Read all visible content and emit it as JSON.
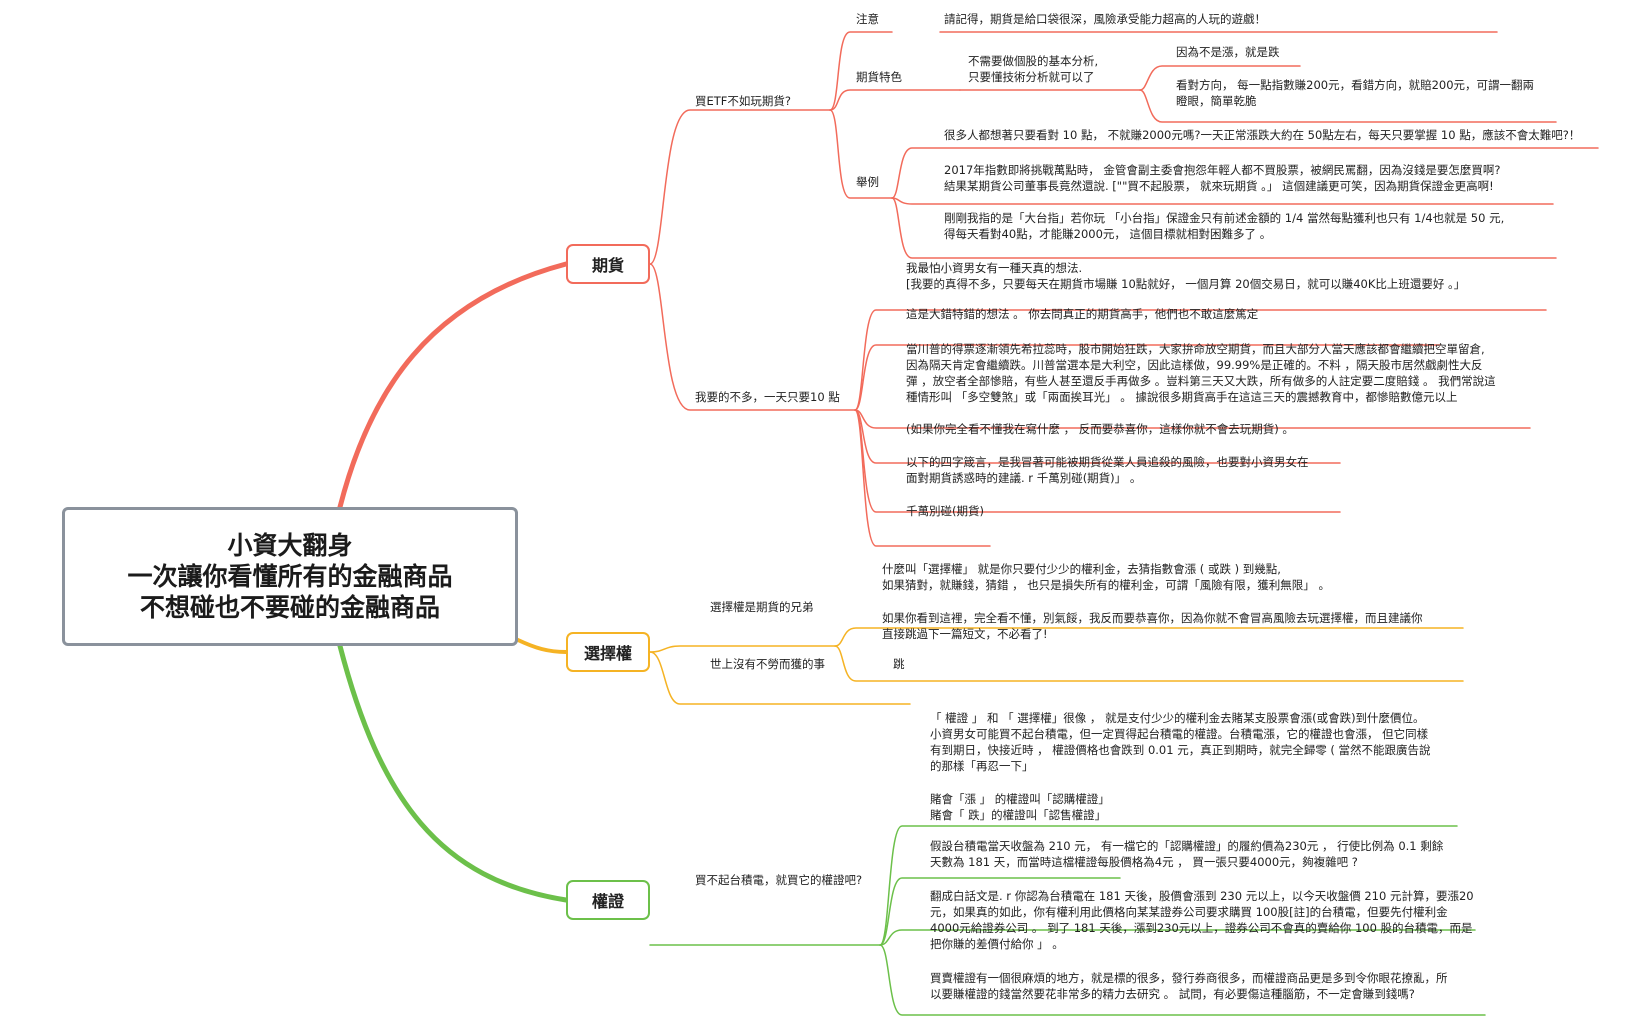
{
  "root": {
    "lines": [
      "小資大翻身",
      "一次讓你看懂所有的金融商品",
      "不想碰也不要碰的金融商品"
    ]
  },
  "colors": {
    "futures": "#f26b5b",
    "options": "#f5b324",
    "warrants": "#6cc04a",
    "root_border": "#8a929c"
  },
  "futures": {
    "title": "期貨",
    "b1": {
      "label": "買ETF不如玩期貨?",
      "note_title": "注意",
      "note_text": "請記得，期貨是給口袋很深，風險承受能力超高的人玩的遊戲！",
      "feature_title": "期貨特色",
      "feature_mid": [
        "不需要做個股的基本分析,",
        "只要懂技術分析就可以了"
      ],
      "feature_r1": "因為不是漲，就是跌",
      "feature_r2": [
        "看對方向， 每一點指數賺200元，看錯方向，就賠200元，可謂一翻兩",
        "瞪眼，簡單乾脆"
      ],
      "example_title": "舉例",
      "example_1": "很多人都想著只要看對 10 點， 不就賺2000元嗎?一天正常漲跌大約在 50點左右，每天只要掌握 10 點，應該不會太難吧?！",
      "example_2": [
        "2017年指數即將挑戰萬點時， 金管會副主委會抱怨年輕人都不買股票，被網民罵翻，因為沒錢是要怎麼買啊?",
        "結果某期貨公司董事長竟然還說. [\"\"買不起股票， 就來玩期貨 。」 這個建議更可笑，因為期貨保證金更高啊!"
      ],
      "example_3": [
        "剛剛我指的是「大台指」若你玩 「小台指」保證金只有前述金額的 1/4 當然每點獲利也只有 1/4也就是 50 元,",
        "得每天看對40點，才能賺2000元， 這個目標就相對困難多了 。"
      ]
    },
    "b2": {
      "label": "我要的不多，一天只要10 點",
      "items": [
        [
          "我最怕小資男女有一種天真的想法.",
          "[我要的真得不多，只要每天在期貨市場賺 10點就好， 一個月算 20個交易日，就可以賺40K比上班還要好 。」"
        ],
        [
          "這是大錯特錯的想法 。 你去問真正的期貨高手，他們也不敢這麼篤定"
        ],
        [
          "當川普的得票逐漸領先希拉蕊時，股市開始狂跌，大家拚命放空期貨，而且大部分人當天應該都會繼續把空單留倉,",
          "因為隔天肯定會繼續跌。川普當選本是大利空，因此這樣做，99.99%是正確的。不料 ，隔天股市居然戲劇性大反",
          "彈 ，放空者全部慘賠，有些人甚至還反手再做多 。豈料第三天又大跌，所有做多的人註定要二度賠錢 。 我們常說這",
          "種情形叫 「多空雙煞」或「兩面挨耳光」 。 據說很多期貨高手在這這三天的震撼教育中，都慘賠數億元以上"
        ],
        [
          "(如果你完全看不懂我在寫什麼 ， 反而要恭喜你，這樣你就不會去玩期貨) 。"
        ],
        [
          "以下的四字箴言，是我冒著可能被期貨從業人員追殺的風險，也要對小資男女在",
          "面對期貨誘惑時的建議. r 千萬別碰(期貨)」 。"
        ],
        [
          "千萬別碰(期貨)"
        ]
      ]
    }
  },
  "options": {
    "title": "選擇權",
    "b1": {
      "label": "選擇權是期貨的兄弟",
      "items": [
        [
          "什麼叫「選擇權」 就是你只要付少少的權利金，去猜指數會漲 ( 或跌 ) 到幾點,",
          "如果猜對，就賺錢，猜錯 ， 也只是損失所有的權利金，可謂「風險有限，獲利無限」 。"
        ],
        [
          "如果你看到這裡，完全看不懂，別氣餒，我反而要恭喜你，因為你就不會冒高風險去玩選擇權，而且建議你",
          "直接跳過下一篇短文，不必看了!"
        ]
      ]
    },
    "b2": {
      "label": "世上沒有不勞而獲的事",
      "leaf": "跳"
    }
  },
  "warrants": {
    "title": "權證",
    "b1": {
      "label": "買不起台積電，就買它的權證吧?",
      "items": [
        [
          "「 權證 」 和 「 選擇權」很像 ， 就是支付少少的權利金去賭某支股票會漲(或會跌)到什麼價位。",
          "小資男女可能買不起台積電，但一定買得起台積電的權證。台積電漲，它的權證也會漲， 但它同樣",
          "有到期日，快接近時 ， 權證價格也會跌到 0.01 元，真正到期時，就完全歸零 ( 當然不能跟廣告說",
          "的那樣「再忍一下」"
        ],
        [
          "賭會「漲 」 的權證叫「認購權證」",
          "賭會「 跌」的權證叫「認售權證」"
        ],
        [
          "假設台積電當天收盤為 210 元， 有一檔它的「認購權證」的履約價為230元 ， 行使比例為 0.1 剩餘",
          "天數為 181 天，而當時這檔權證每股價格為4元 ， 買一張只要4000元，夠複雜吧 ?"
        ],
        [
          "翻成白話文是. r 你認為台積電在 181 天後，股價會漲到 230 元以上，以今天收盤價 210 元計算，要漲20",
          "元，如果真的如此，你有權利用此價格向某某證券公司要求購買 100股[註]的台積電，但要先付權利金",
          "4000元給證券公司 。 到了 181 天後，漲到230元以上，證券公司不會真的賣給你 100 股的台積電，而是",
          "把你賺的差價付給你 」 。"
        ],
        [
          "買賣權證有一個很麻煩的地方，就是標的很多，發行券商很多，而權證商品更是多到令你眼花撩亂，所",
          "以要賺權證的錢當然要花非常多的精力去研究 。 試問，有必要傷這種腦筋，不一定會賺到錢嗎?"
        ]
      ]
    }
  }
}
